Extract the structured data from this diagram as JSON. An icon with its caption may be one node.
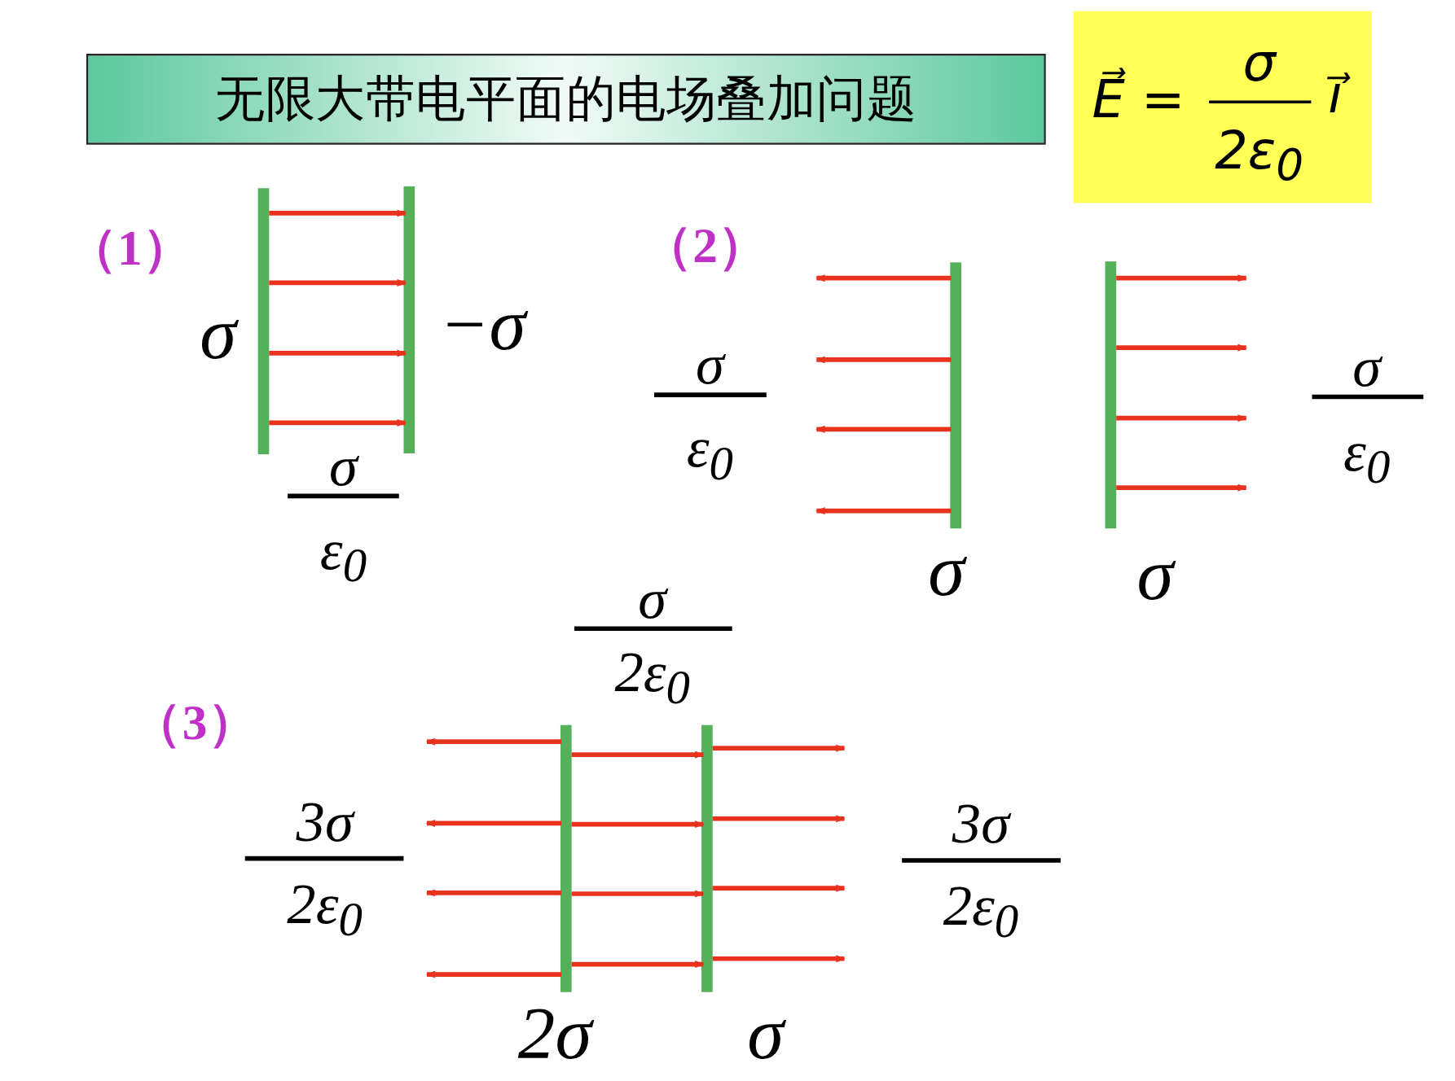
{
  "diagram": {
    "nodes": [
      {
        "text": [
          "无限大带电平面的电场叠加问题"
        ]
      },
      {
        "text": [
          "E⃗ =",
          "σ",
          "2ε$_{0}$",
          "i⃗"
        ]
      }
    ],
    "labels": [
      "（1）",
      "（2）",
      "σ",
      "−σ",
      "σ",
      "σ",
      "σ",
      "ε$_{0}$",
      "ε$_{0}$",
      "ε$_{0}$",
      "σ",
      "σ",
      "σ",
      "2ε$_{0}$",
      "（3）",
      "3σ",
      "3σ",
      "2ε$_{0}$",
      "2ε$_{0}$",
      "2σ",
      "σ"
    ]
  }
}
